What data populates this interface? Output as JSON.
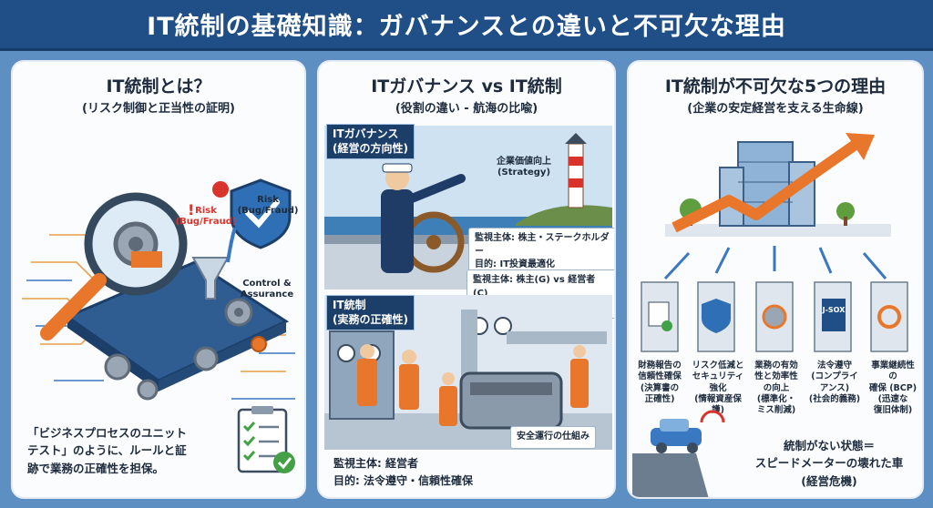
{
  "header": {
    "title": "IT統制の基礎知識：ガバナンスとの違いと不可欠な理由"
  },
  "panel1": {
    "title": "IT統制とは？",
    "subtitle": "(リスク制御と正当性の証明)",
    "risk_red": "Risk\n(Bug/Fraud)",
    "risk_dark": "Risk\n(Bug/Fraud)",
    "control": "Control &\nAssurance",
    "body": "「ビジネスプロセスのユニット\nテスト」のように、ルールと証\n跡で業務の正確性を担保。"
  },
  "panel2": {
    "title": "ITガバナンス vs IT統制",
    "subtitle": "(役割の違い - 航海の比喩)",
    "gov_tag": "ITガバナンス\n(経営の方向性)",
    "strategy": "企業価値向上\n(Strategy)",
    "gov_box": "監視主体: 株主・ステークホルダー\n目的: IT投資最適化",
    "compare_box": "監視主体: 株主(G) vs 経営者(C)\n重視点: 戦略(G) vs 正確性(C)",
    "ctrl_tag": "IT統制\n(実務の正確性)",
    "safety": "安全運行の仕組み",
    "ctrl_body": "監視主体: 経営者\n目的: 法令遵守・信頼性確保"
  },
  "panel3": {
    "title": "IT統制が不可欠な5つの理由",
    "subtitle": "(企業の安定経営を支える生命線)",
    "jsox": "J-SOX",
    "reasons": [
      "財務報告の\n信頼性確保\n(決算書の\n正確性)",
      "リスク低減と\nセキュリティ\n強化\n(情報資産保護)",
      "業務の有効\n性と効率性\nの向上\n(標準化・\nミス削減)",
      "法令遵守\n(コンプライ\nアンス)\n(社会的義務)",
      "事業継続性\nの\n確保 (BCP)\n(迅速な\n復旧体制)"
    ],
    "warning": "統制がない状態＝\nスピードメーターの壊れた車\n(経営危機)"
  },
  "colors": {
    "banner": "#1f4f86",
    "background": "#5d8fc2",
    "accent_orange": "#e8762b",
    "risk_red": "#d9342b"
  }
}
